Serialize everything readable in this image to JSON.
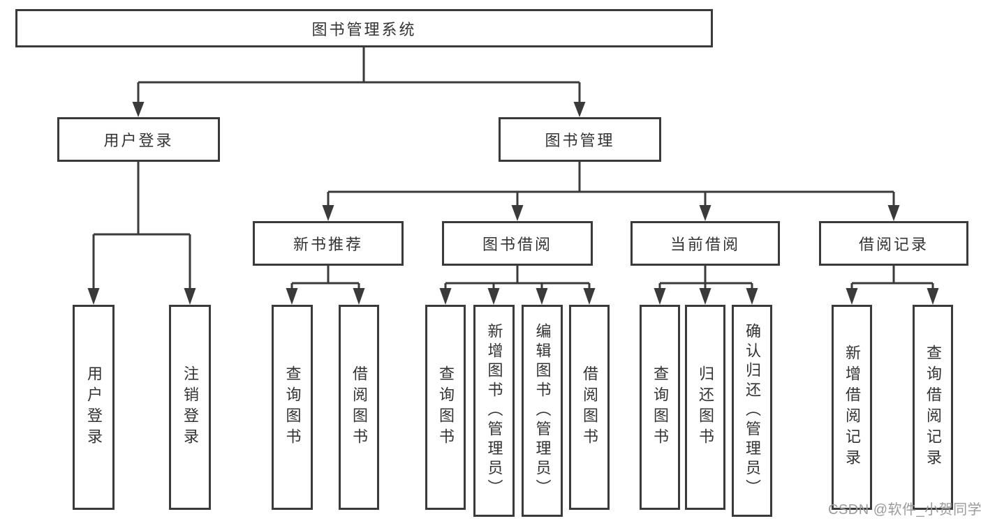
{
  "diagram": {
    "title": "图书管理系统",
    "tree": {
      "label": "图书管理系统",
      "children": [
        {
          "label": "用户登录",
          "children": [
            {
              "label": "用户登录"
            },
            {
              "label": "注销登录"
            }
          ]
        },
        {
          "label": "图书管理",
          "children": [
            {
              "label": "新书推荐",
              "children": [
                {
                  "label": "查询图书"
                },
                {
                  "label": "借阅图书"
                }
              ]
            },
            {
              "label": "图书借阅",
              "children": [
                {
                  "label": "查询图书"
                },
                {
                  "label": "新增图书（管理员）"
                },
                {
                  "label": "编辑图书（管理员）"
                },
                {
                  "label": "借阅图书"
                }
              ]
            },
            {
              "label": "当前借阅",
              "children": [
                {
                  "label": "查询图书"
                },
                {
                  "label": "归还图书"
                },
                {
                  "label": "确认归还（管理员）"
                }
              ]
            },
            {
              "label": "借阅记录",
              "children": [
                {
                  "label": "新增借阅记录"
                },
                {
                  "label": "查询借阅记录"
                }
              ]
            }
          ]
        }
      ]
    },
    "colors": {
      "line": "#3a3a3a",
      "box_border": "#3a3a3a",
      "box_background": "#ffffff",
      "text": "#333333",
      "watermark": "#9b9b9b"
    }
  },
  "watermark": {
    "text": "CSDN @软件_小贺同学"
  }
}
